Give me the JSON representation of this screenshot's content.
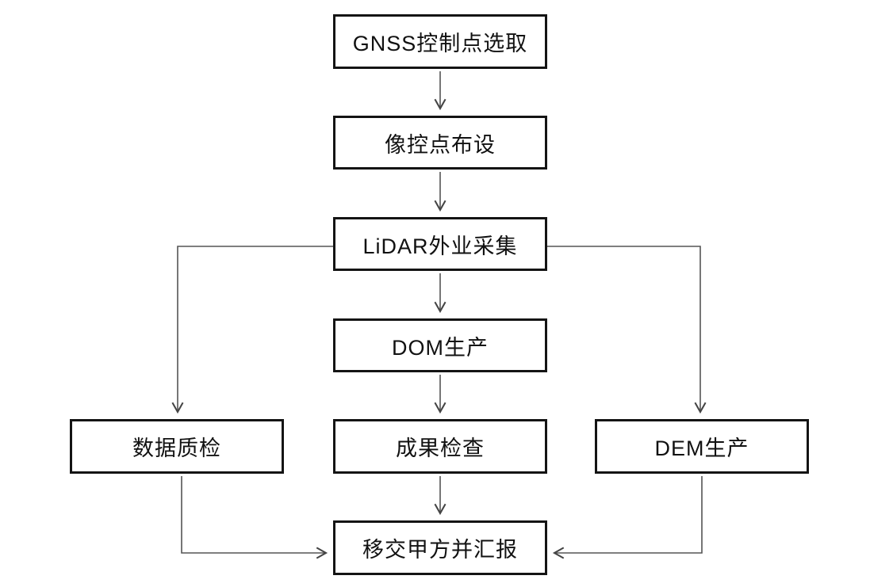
{
  "diagram": {
    "type": "flowchart",
    "background_color": "#ffffff",
    "box_border_color": "#141414",
    "line_color": "#555555",
    "text_color": "#111111"
  },
  "nodes": [
    {
      "id": "gnss-control-point-selection",
      "label": "GNSS控制点选取"
    },
    {
      "id": "image-control-point-layout",
      "label": "像控点布设"
    },
    {
      "id": "lidar-field-collection",
      "label": "LiDAR外业采集"
    },
    {
      "id": "dom-production",
      "label": "DOM生产"
    },
    {
      "id": "data-quality-check",
      "label": "数据质检"
    },
    {
      "id": "result-inspection",
      "label": "成果检查"
    },
    {
      "id": "dem-production",
      "label": "DEM生产"
    },
    {
      "id": "handover-and-report",
      "label": "移交甲方并汇报"
    }
  ],
  "edges": [
    {
      "from": "gnss-control-point-selection",
      "to": "image-control-point-layout",
      "direction": "down"
    },
    {
      "from": "image-control-point-layout",
      "to": "lidar-field-collection",
      "direction": "down"
    },
    {
      "from": "lidar-field-collection",
      "to": "dom-production",
      "direction": "down"
    },
    {
      "from": "lidar-field-collection",
      "to": "data-quality-check",
      "direction": "left-then-down"
    },
    {
      "from": "lidar-field-collection",
      "to": "dem-production",
      "direction": "right-then-down"
    },
    {
      "from": "dom-production",
      "to": "result-inspection",
      "direction": "down"
    },
    {
      "from": "result-inspection",
      "to": "handover-and-report",
      "direction": "down"
    },
    {
      "from": "data-quality-check",
      "to": "handover-and-report",
      "direction": "down-then-right"
    },
    {
      "from": "dem-production",
      "to": "handover-and-report",
      "direction": "down-then-left"
    }
  ]
}
